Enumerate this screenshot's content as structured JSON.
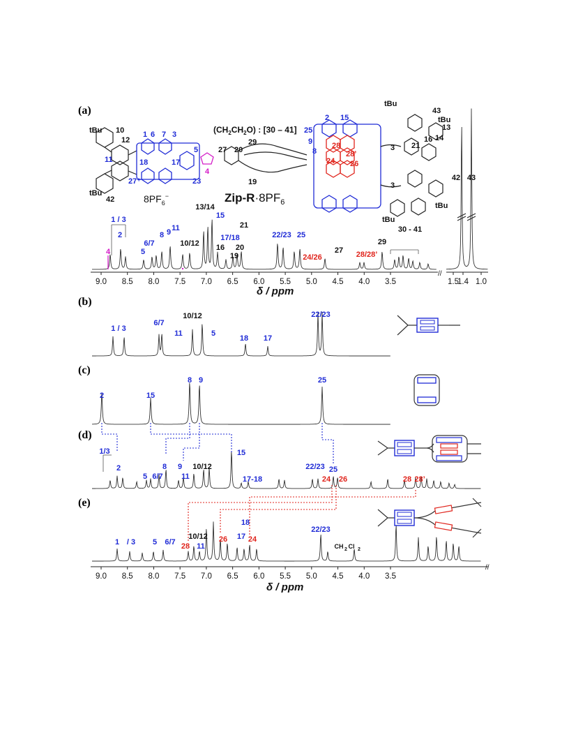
{
  "panels": {
    "a": "(a)",
    "b": "(b)",
    "c": "(c)",
    "d": "(d)",
    "e": "(e)"
  },
  "compound": {
    "name": "Zip-R",
    "salt": "·8PF",
    "salt_sub": "6",
    "counterion": "8PF",
    "counterion_sub": "6",
    "counterion_sup": "−",
    "oligo_label": "(CH",
    "oligo_label_mid": "2",
    "oligo_label_rest": "CH",
    "oligo_label_mid2": "2",
    "oligo_label_tail": "O) : [30 – 41]",
    "tbu": "tBu",
    "subscript_3": "3"
  },
  "axis": {
    "title_delta": "δ",
    "title_unit": " / ppm",
    "top_ticks": [
      "9.0",
      "8.5",
      "8.0",
      "7.5",
      "7.0",
      "6.5",
      "6.0",
      "5.5",
      "5.0",
      "4.5",
      "4.0",
      "3.5"
    ],
    "top_break_ticks": [
      "1.5",
      "1.4",
      "1.0"
    ],
    "bottom_ticks": [
      "9.0",
      "8.5",
      "8.0",
      "7.5",
      "7.0",
      "6.5",
      "6.0",
      "5.5",
      "5.0",
      "4.5",
      "4.0",
      "3.5"
    ]
  },
  "labels_a": [
    {
      "text": "1 / 3",
      "color": "blue"
    },
    {
      "text": "2",
      "color": "blue"
    },
    {
      "text": "4",
      "color": "magenta"
    },
    {
      "text": "5",
      "color": "blue"
    },
    {
      "text": "6/7",
      "color": "blue"
    },
    {
      "text": "8",
      "color": "blue"
    },
    {
      "text": "9",
      "color": "blue"
    },
    {
      "text": "11",
      "color": "blue"
    },
    {
      "text": "10/12",
      "color": "black"
    },
    {
      "text": "13/14",
      "color": "black"
    },
    {
      "text": "15",
      "color": "blue"
    },
    {
      "text": "16",
      "color": "black"
    },
    {
      "text": "17/18",
      "color": "blue"
    },
    {
      "text": "19",
      "color": "black"
    },
    {
      "text": "20",
      "color": "black"
    },
    {
      "text": "21",
      "color": "black"
    },
    {
      "text": "22/23",
      "color": "blue"
    },
    {
      "text": "25",
      "color": "blue"
    },
    {
      "text": "24/26",
      "color": "red"
    },
    {
      "text": "27",
      "color": "black"
    },
    {
      "text": "28/28’",
      "color": "red"
    },
    {
      "text": "29",
      "color": "black"
    },
    {
      "text": "30 - 41",
      "color": "black"
    },
    {
      "text": "42",
      "color": "black"
    },
    {
      "text": "43",
      "color": "black"
    }
  ],
  "labels_b": [
    "1 / 3",
    "6/7",
    "11",
    "10/12",
    "5",
    "18",
    "17",
    "22/23"
  ],
  "labels_c": [
    "2",
    "15",
    "8",
    "9",
    "25"
  ],
  "labels_d": [
    "1/3",
    "2",
    "5",
    "6/7",
    "8",
    "9",
    "11",
    "10/12",
    "15",
    "17-18",
    "22/23",
    "25",
    "24",
    "26",
    "28",
    "28’"
  ],
  "labels_e": [
    "1",
    "/ 3",
    "5",
    "6/7",
    "10/12",
    "28",
    "11",
    "26",
    "17",
    "18",
    "24",
    "22/23",
    "CH",
    "2",
    "Cl",
    "2"
  ],
  "struct_numbers": [
    "10",
    "12",
    "11",
    "27⁺",
    "42",
    "1",
    "6",
    "7",
    "3",
    "18",
    "17",
    "5",
    "23",
    "27",
    "20",
    "29",
    "19",
    "4",
    "2",
    "15",
    "25",
    "9",
    "8",
    "28",
    "28’",
    "24",
    "26",
    "43",
    "13",
    "14",
    "21",
    "16"
  ],
  "colors": {
    "blue": "#1f2bd6",
    "red": "#e0241c",
    "magenta": "#d41cc8",
    "black": "#111111"
  }
}
